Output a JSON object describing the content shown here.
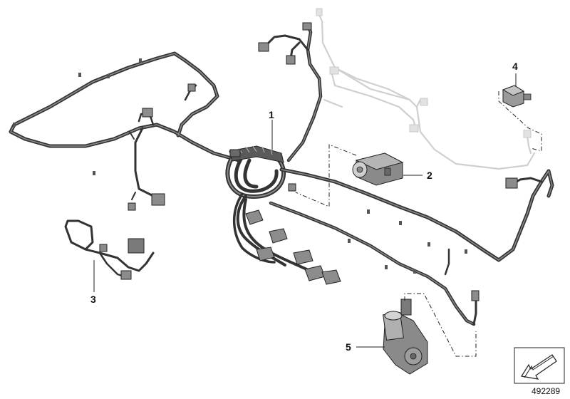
{
  "callouts": {
    "c1": "1",
    "c2": "2",
    "c3": "3",
    "c4": "4",
    "c5": "5"
  },
  "reference_number": "492289",
  "icons": {
    "corner": "arrow-orientation-icon"
  },
  "colors": {
    "cable_dark": "#4a4a4a",
    "cable_light": "#9a9a9a",
    "ghost": "#cfcfcf",
    "text": "#111111"
  }
}
